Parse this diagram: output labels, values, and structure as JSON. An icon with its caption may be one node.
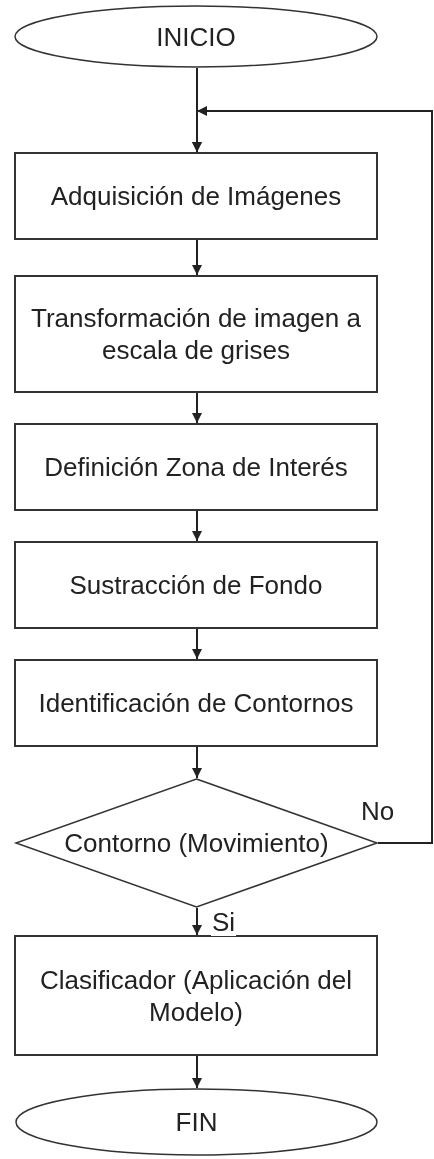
{
  "diagram": {
    "nodes": [
      {
        "text": [
          "INICIO"
        ]
      },
      {
        "text": [
          "Adquisición de Imágenes"
        ]
      },
      {
        "text": [
          "Transformación de imagen a escala de grises"
        ]
      },
      {
        "text": [
          "Definición Zona de Interés"
        ]
      },
      {
        "text": [
          "Sustracción de Fondo"
        ]
      },
      {
        "text": [
          "Identificación de Contornos"
        ]
      },
      {
        "text": [
          "Contorno (Movimiento)"
        ]
      },
      {
        "text": [
          "Clasificador (Aplicación del Modelo)"
        ]
      },
      {
        "text": [
          "FIN"
        ]
      }
    ],
    "edges": [
      {
        "from": 0,
        "to": 1,
        "arrow": "to"
      },
      {
        "from": 1,
        "to": 2,
        "arrow": "to"
      },
      {
        "from": 2,
        "to": 3,
        "arrow": "to"
      },
      {
        "from": 3,
        "to": 4,
        "arrow": "to"
      },
      {
        "from": 4,
        "to": 5,
        "arrow": "to"
      },
      {
        "from": 5,
        "to": 6,
        "arrow": "to"
      },
      {
        "from": 6,
        "to": 7,
        "label": "Si",
        "arrow": "to"
      },
      {
        "from": 7,
        "to": 8,
        "arrow": "to"
      },
      {
        "from": 6,
        "to": 1,
        "label": "No",
        "arrow": "to"
      }
    ]
  }
}
